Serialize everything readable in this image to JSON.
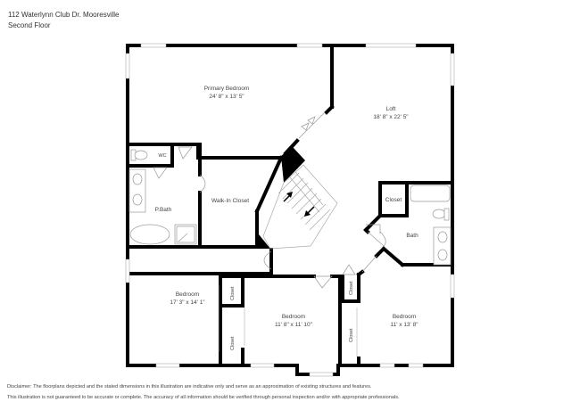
{
  "header": {
    "address": "112 Waterlynn Club Dr. Mooresville",
    "floor": "Second Floor"
  },
  "rooms": {
    "primary_bedroom": {
      "name": "Primary Bedroom",
      "dims": "24' 8\" x 13' 5\""
    },
    "loft": {
      "name": "Loft",
      "dims": "18' 8\" x 22' 5\""
    },
    "wc": {
      "name": "WC"
    },
    "pbath": {
      "name": "P.Bath"
    },
    "walk_in_closet": {
      "name": "Walk-In Closet"
    },
    "closet_bath": {
      "name": "Closet"
    },
    "bath": {
      "name": "Bath"
    },
    "bedroom_left": {
      "name": "Bedroom",
      "dims": "17' 3\" x 14' 1\""
    },
    "bedroom_mid": {
      "name": "Bedroom",
      "dims": "11' 8\" x 11' 10\""
    },
    "bedroom_right": {
      "name": "Bedroom",
      "dims": "11' x 13' 8\""
    },
    "closet_left_upper": {
      "name": "Closet"
    },
    "closet_left_lower": {
      "name": "Closet"
    },
    "closet_right_upper": {
      "name": "Closet"
    },
    "closet_right_lower": {
      "name": "Closet"
    }
  },
  "disclaimer": {
    "line1": "Disclaimer: The floorplans depicted and the stated dimensions in this illustration are indicative only and serve as an approximation of existing structures and features.",
    "line2": "This illustration is not guaranteed to be accurate or complete. The accuracy of all information should be verified through personal inspection and/or with appropriate professionals."
  },
  "colors": {
    "wall": "#000000",
    "window": "#ffffff",
    "fixture": "#999999",
    "text": "#444444"
  }
}
